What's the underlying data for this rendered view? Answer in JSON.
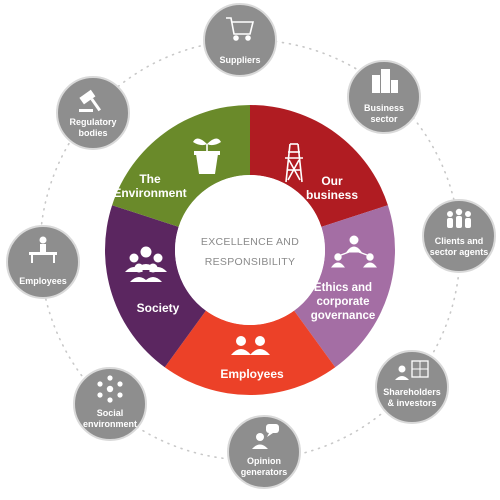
{
  "center": {
    "line1": "EXCELLENCE AND",
    "line2": "RESPONSIBILITY"
  },
  "segments": [
    {
      "id": "our-business",
      "lines": [
        "Our",
        "business"
      ],
      "color": "#b01c22",
      "icon": "power-pylon-icon"
    },
    {
      "id": "ethics",
      "lines": [
        "Ethics and",
        "corporate",
        "governance"
      ],
      "color": "#a46ea4",
      "icon": "org-chart-icon"
    },
    {
      "id": "employees",
      "lines": [
        "Employees"
      ],
      "color": "#ec4128",
      "icon": "two-people-icon"
    },
    {
      "id": "society",
      "lines": [
        "Society"
      ],
      "color": "#5b2660",
      "icon": "group-of-people-icon"
    },
    {
      "id": "environment",
      "lines": [
        "The",
        "Environment"
      ],
      "color": "#6a8a2a",
      "icon": "potted-plant-icon"
    }
  ],
  "satellites": [
    {
      "id": "suppliers",
      "lines": [
        "Suppliers"
      ],
      "icon": "shopping-cart-icon"
    },
    {
      "id": "business-sector",
      "lines": [
        "Business",
        "sector"
      ],
      "icon": "buildings-icon"
    },
    {
      "id": "clients",
      "lines": [
        "Clients and",
        "sector agents"
      ],
      "icon": "people-group-icon"
    },
    {
      "id": "shareholders",
      "lines": [
        "Shareholders",
        "& investors"
      ],
      "icon": "person-with-chart-icon"
    },
    {
      "id": "opinion-generators",
      "lines": [
        "Opinion",
        "generators"
      ],
      "icon": "person-speech-bubble-icon"
    },
    {
      "id": "social-environment",
      "lines": [
        "Social",
        "environment"
      ],
      "icon": "people-network-icon"
    },
    {
      "id": "employees-sat",
      "lines": [
        "Employees"
      ],
      "icon": "person-at-desk-icon"
    },
    {
      "id": "regulatory",
      "lines": [
        "Regulatory",
        "bodies"
      ],
      "icon": "gavel-icon"
    }
  ],
  "colors": {
    "satellite": "#8e8e8e",
    "satellite_border": "#d9d9d9",
    "orbit": "#c8c8c8"
  }
}
